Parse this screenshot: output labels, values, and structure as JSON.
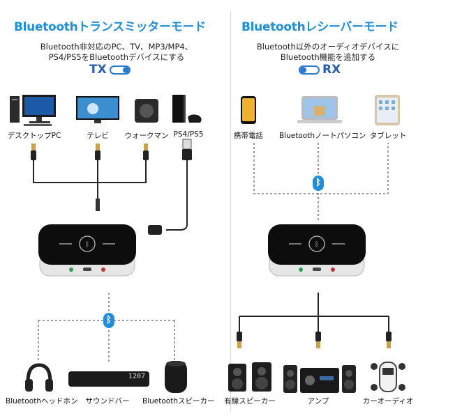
{
  "left": {
    "title": "Bluetoothトランスミッターモード",
    "desc_line1": "Bluetooth非対応のPC、TV、MP3/MP4、",
    "desc_line2": "PS4/PS5をBluetoothデバイスにする",
    "mode": "TX",
    "sources": [
      "デスクトップPC",
      "テレビ",
      "ウォークマン",
      "PS4/PS5"
    ],
    "outputs": [
      "Bluetoothヘッドホン",
      "サウンドバー",
      "Bluetoothスピーカー"
    ],
    "soundbar_display": "1207"
  },
  "right": {
    "title": "Bluetoothレシーバーモード",
    "desc_line1": "Bluetooth以外のオーディオデバイスに",
    "desc_line2": "Bluetooth機能を追加する",
    "mode": "RX",
    "sources": [
      "携帯電話",
      "Bluetoothノートパソコン",
      "タブレット"
    ],
    "outputs": [
      "有線スピーカー",
      "アンプ",
      "カーオーディオ"
    ]
  },
  "colors": {
    "accent": "#1f8fd6",
    "mode": "#2a5fa8"
  }
}
